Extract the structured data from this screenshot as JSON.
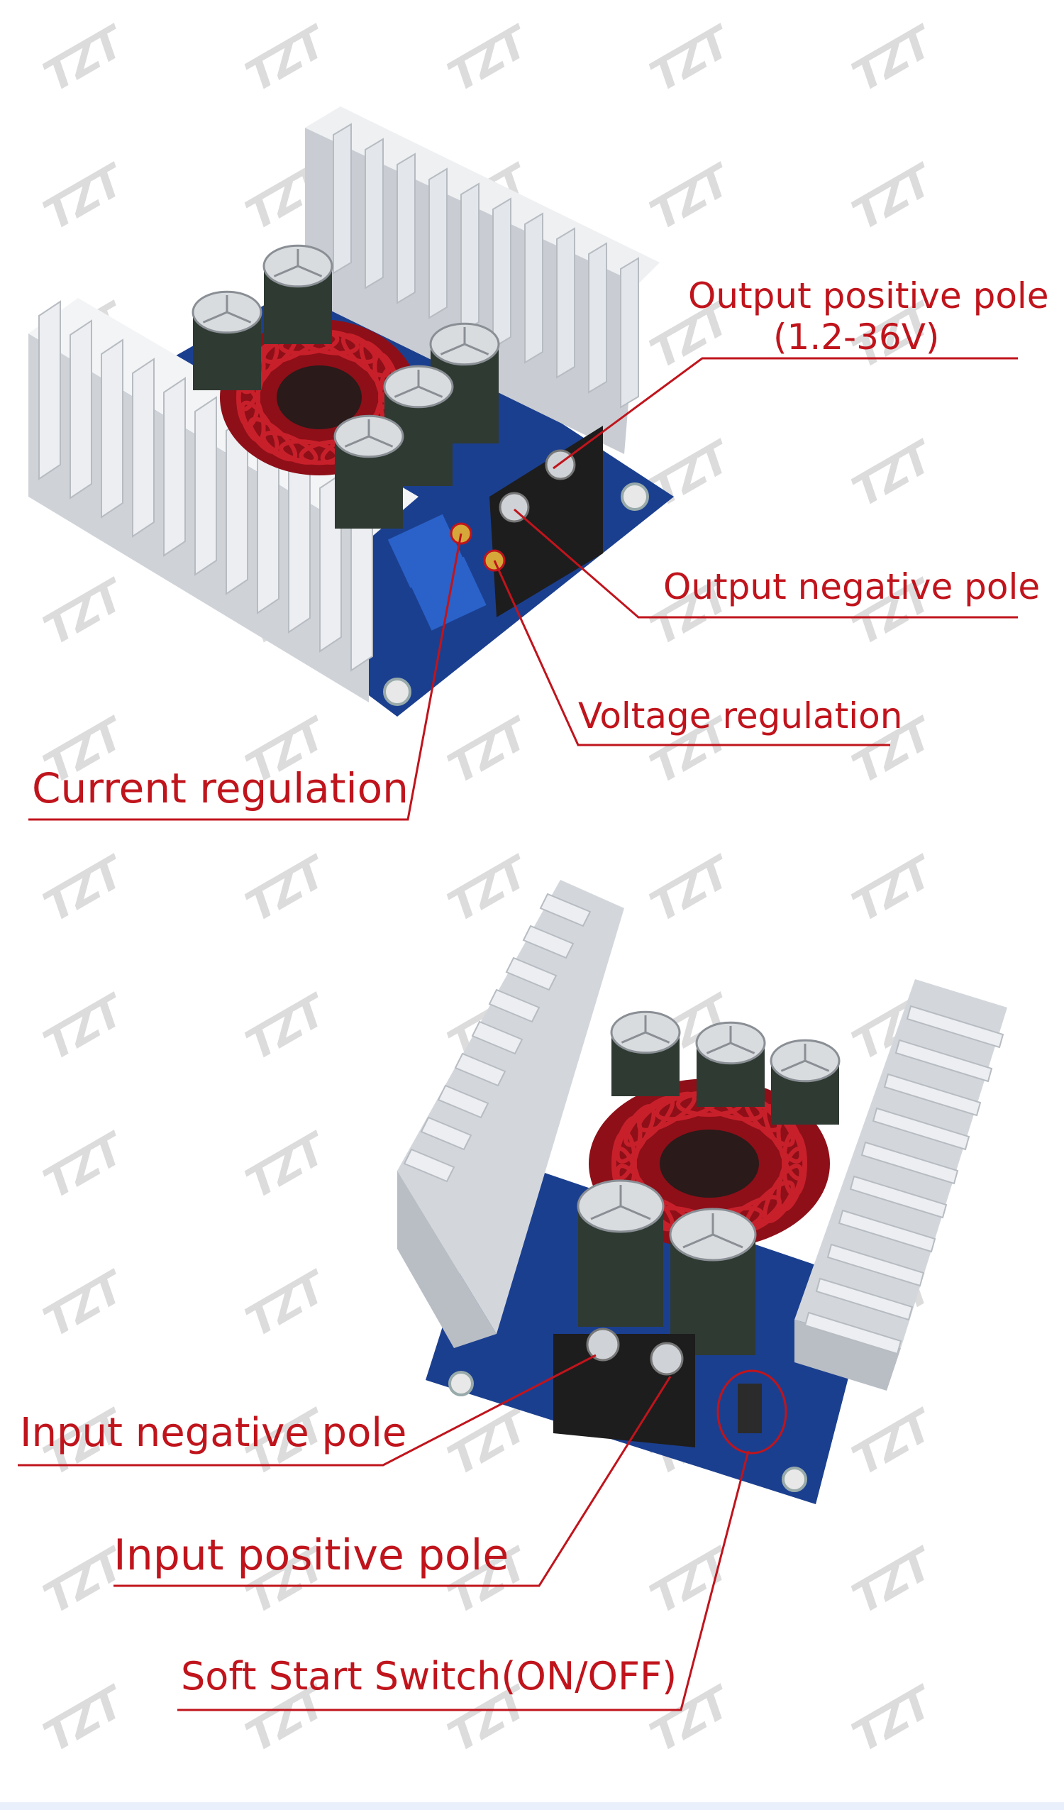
{
  "watermark": "TZT",
  "top_board": {
    "labels": {
      "output_positive": "Output positive pole",
      "output_positive_range": "(1.2-36V)",
      "output_negative": "Output negative pole",
      "voltage_regulation": "Voltage regulation",
      "current_regulation": "Current regulation"
    }
  },
  "bottom_board": {
    "labels": {
      "input_negative": "Input negative pole",
      "input_positive": "Input positive pole",
      "soft_start": "Soft Start Switch(ON/OFF)"
    }
  },
  "colors": {
    "label_red": "#c0141c",
    "heatsink": "#d9dde2",
    "pcb_blue": "#1b3f8f",
    "coil_red": "#b3121e",
    "terminal_black": "#1d1d1d",
    "trim_blue": "#2a62c9"
  }
}
